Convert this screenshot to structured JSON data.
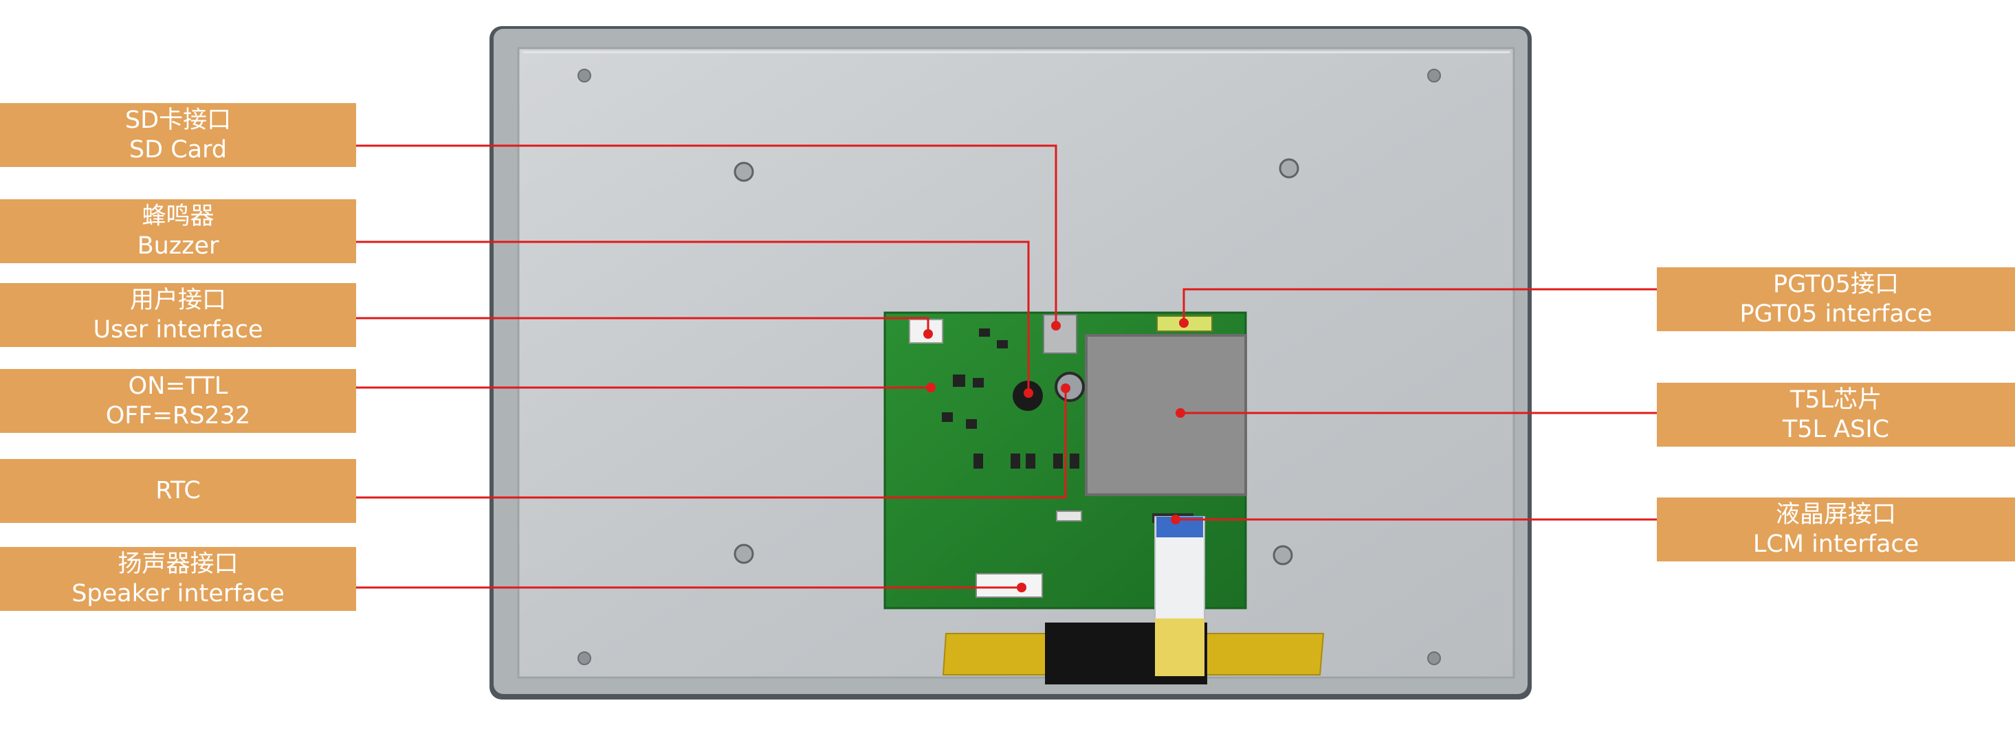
{
  "accent_line_color": "#e01b1b",
  "label_color": "#e2a25a",
  "labels_left": [
    {
      "id": "sd-card",
      "cn": "SD卡接口",
      "en": "SD Card"
    },
    {
      "id": "buzzer",
      "cn": "蜂鸣器",
      "en": "Buzzer"
    },
    {
      "id": "user-interface",
      "cn": "用户接口",
      "en": "User interface"
    },
    {
      "id": "ttl-rs232",
      "cn": "ON=TTL",
      "en": "OFF=RS232"
    },
    {
      "id": "rtc",
      "cn": "RTC",
      "en": ""
    },
    {
      "id": "speaker",
      "cn": "扬声器接口",
      "en": "Speaker interface"
    }
  ],
  "labels_right": [
    {
      "id": "pgt05",
      "cn": "PGT05接口",
      "en": "PGT05 interface"
    },
    {
      "id": "t5l",
      "cn": "T5L芯片",
      "en": "T5L ASIC"
    },
    {
      "id": "lcm",
      "cn": "液晶屏接口",
      "en": "LCM interface"
    }
  ]
}
